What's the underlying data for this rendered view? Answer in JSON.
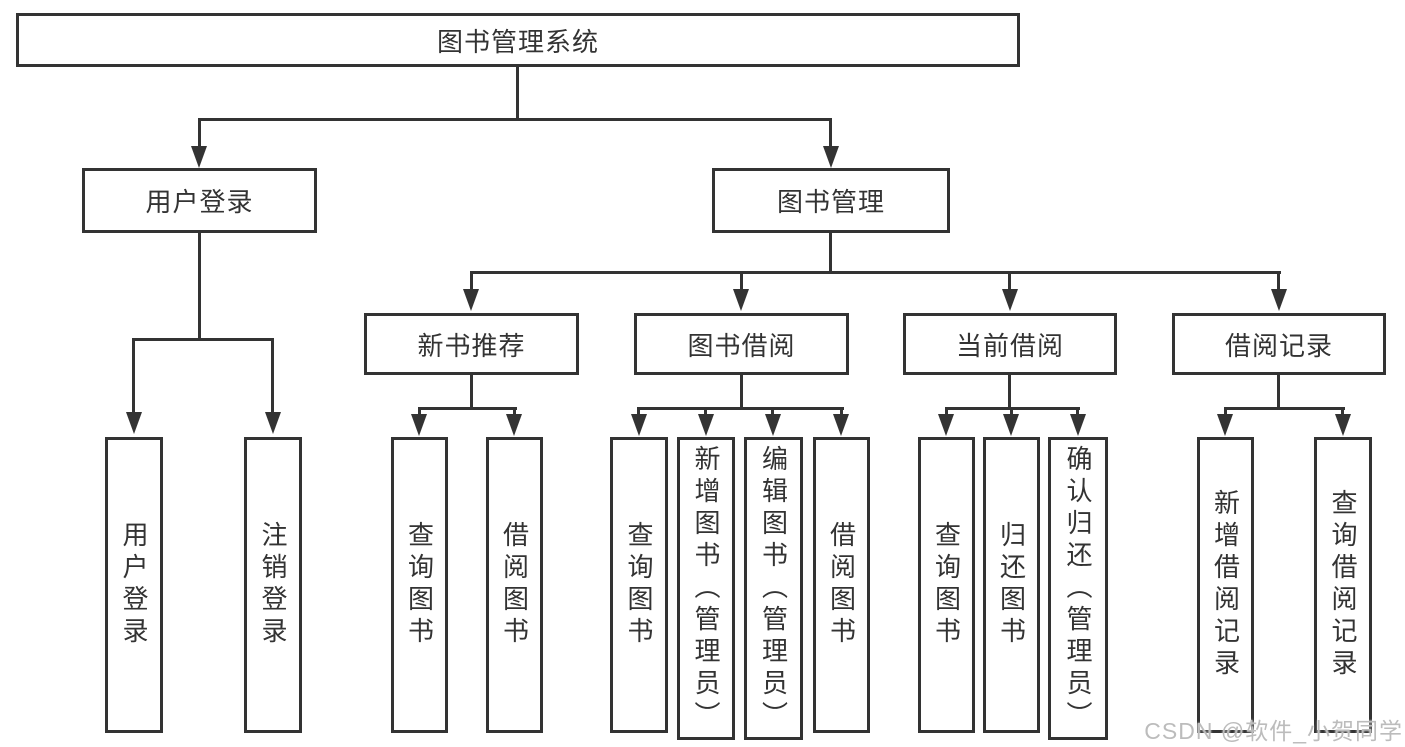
{
  "diagram_title": "图书管理系统",
  "watermark": "CSDN @软件_小贺同学",
  "colors": {
    "line": "#333333",
    "box_background": "#ffffff",
    "watermark": "#bcbcbc"
  },
  "nodes": {
    "root": {
      "label": "图书管理系统"
    },
    "user_login": {
      "label": "用户登录"
    },
    "book_mgmt": {
      "label": "图书管理"
    },
    "new_book_rec": {
      "label": "新书推荐"
    },
    "book_borrow": {
      "label": "图书借阅"
    },
    "current_borrow": {
      "label": "当前借阅"
    },
    "borrow_record": {
      "label": "借阅记录"
    },
    "leaf_user_login": {
      "label": "用户登录"
    },
    "leaf_logout": {
      "label": "注销登录"
    },
    "leaf_query_book_1": {
      "label": "查询图书"
    },
    "leaf_borrow_book_1": {
      "label": "借阅图书"
    },
    "leaf_query_book_2": {
      "label": "查询图书"
    },
    "leaf_add_book": {
      "label": "新增图书（管理员）"
    },
    "leaf_edit_book": {
      "label": "编辑图书（管理员）"
    },
    "leaf_borrow_book_2": {
      "label": "借阅图书"
    },
    "leaf_query_book_3": {
      "label": "查询图书"
    },
    "leaf_return_book": {
      "label": "归还图书"
    },
    "leaf_confirm_return": {
      "label": "确认归还（管理员）"
    },
    "leaf_add_record": {
      "label": "新增借阅记录"
    },
    "leaf_query_record": {
      "label": "查询借阅记录"
    }
  },
  "hierarchy": {
    "图书管理系统": {
      "用户登录": [
        "用户登录",
        "注销登录"
      ],
      "图书管理": {
        "新书推荐": [
          "查询图书",
          "借阅图书"
        ],
        "图书借阅": [
          "查询图书",
          "新增图书（管理员）",
          "编辑图书（管理员）",
          "借阅图书"
        ],
        "当前借阅": [
          "查询图书",
          "归还图书",
          "确认归还（管理员）"
        ],
        "借阅记录": [
          "新增借阅记录",
          "查询借阅记录"
        ]
      }
    }
  }
}
